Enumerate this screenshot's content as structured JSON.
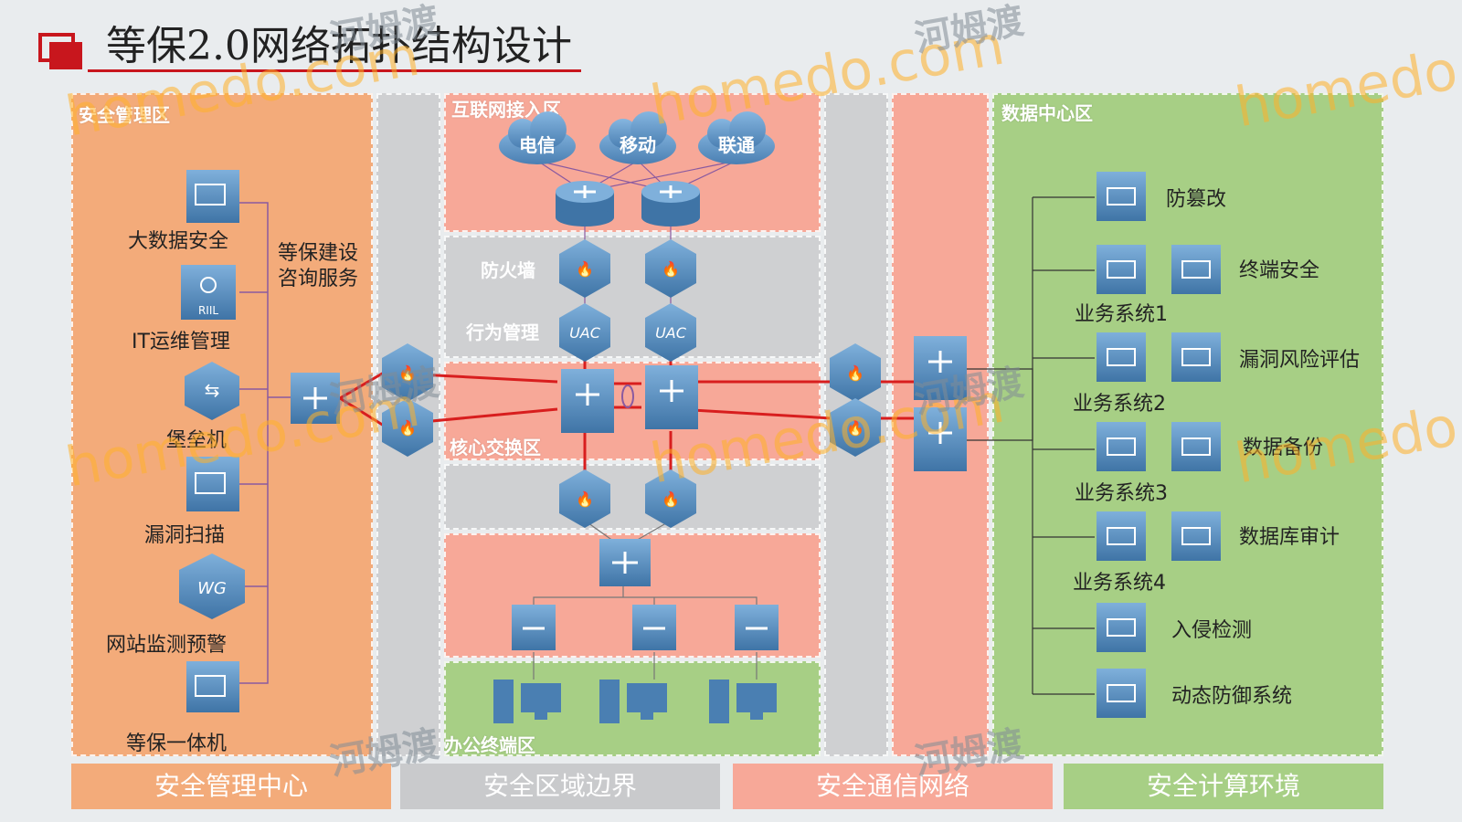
{
  "title": "等保2.0网络拓扑结构设计",
  "zones": {
    "mgmt": "安全管理区",
    "internet": "互联网接入区",
    "core": "核心交换区",
    "office": "办公终端区",
    "datacenter": "数据中心区"
  },
  "clouds": [
    "电信",
    "移动",
    "联通"
  ],
  "labels": {
    "firewall": "防火墙",
    "behavior": "行为管理",
    "uac": "UAC",
    "consult": "等保建设咨询服务",
    "riil": "RIIL",
    "wg": "WG"
  },
  "mgmt_items": [
    "大数据安全",
    "IT运维管理",
    "堡垒机",
    "漏洞扫描",
    "网站监测预警",
    "等保一体机"
  ],
  "dc_items": {
    "anti_tamper": "防篡改",
    "endpoint": "终端安全",
    "biz1": "业务系统1",
    "vuln": "漏洞风险评估",
    "biz2": "业务系统2",
    "backup": "数据备份",
    "biz3": "业务系统3",
    "db_audit": "数据库审计",
    "biz4": "业务系统4",
    "ids": "入侵检测",
    "dynamic": "动态防御系统"
  },
  "bottom_bars": [
    "安全管理中心",
    "安全区域边界",
    "安全通信网络",
    "安全计算环境"
  ],
  "watermarks": {
    "brand": "homedo.com",
    "cn": "河姆渡"
  },
  "colors": {
    "orange": "#f3ab7a",
    "salmon": "#f7a898",
    "green": "#a7cf85",
    "gray": "#cfd0d2",
    "device": "#5b8fbf",
    "red_line": "#d81e1e",
    "title_red": "#c8161d"
  }
}
